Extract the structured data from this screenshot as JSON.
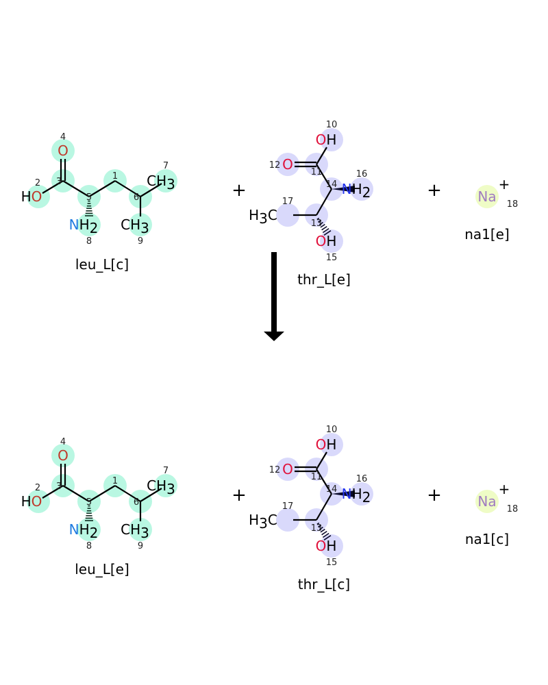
{
  "reaction": {
    "reactants": [
      {
        "name": "leu_L[c]",
        "type": "leucine"
      },
      {
        "name": "thr_L[e]",
        "type": "threonine"
      },
      {
        "name": "na1[e]",
        "type": "sodium"
      }
    ],
    "products": [
      {
        "name": "leu_L[e]",
        "type": "leucine"
      },
      {
        "name": "thr_L[c]",
        "type": "threonine"
      },
      {
        "name": "na1[c]",
        "type": "sodium"
      }
    ],
    "plus_sign": "+",
    "arrow": "down"
  },
  "atom_labels": {
    "O": "O",
    "H": "H",
    "N": "N",
    "C": "C",
    "sub2": "2",
    "sub3": "3",
    "Na": "Na",
    "charge": "+"
  },
  "atom_numbers": {
    "leucine": [
      "1",
      "2",
      "3",
      "4",
      "5",
      "6",
      "7",
      "8",
      "9"
    ],
    "threonine": [
      "10",
      "11",
      "12",
      "13",
      "14",
      "15",
      "16",
      "17"
    ],
    "sodium": [
      "18"
    ]
  },
  "colors": {
    "leucine_highlight": "#b9f7e2",
    "threonine_highlight": "#d9d9fb",
    "sodium_highlight": "#effcc6",
    "oxygen_leu": "#c0392b",
    "oxygen_thr": "#e0103a",
    "nitrogen_leu": "#1e7be0",
    "nitrogen_thr": "#2233ee",
    "sodium": "#a07cc0",
    "bond_leu": "#0d2b1e",
    "bond_thr": "#0a0a2a"
  }
}
